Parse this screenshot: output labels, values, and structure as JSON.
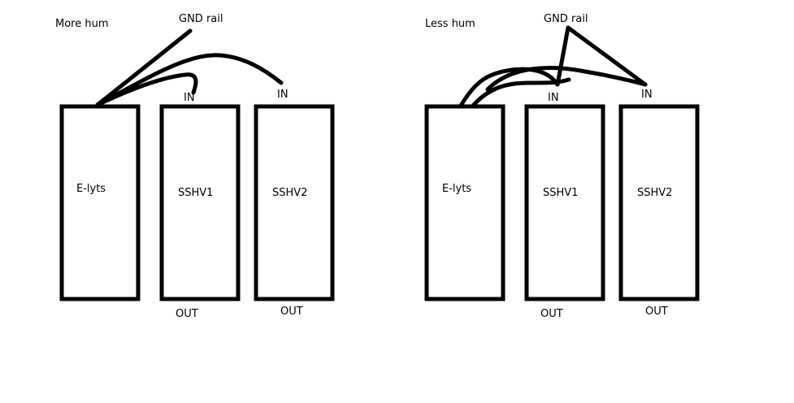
{
  "panels": [
    {
      "title": "More hum",
      "gnd_label": "GND rail",
      "boxes": {
        "elyts": "E-lyts",
        "sshv1": "SSHV1",
        "sshv2": "SSHV2"
      },
      "in1": "IN",
      "in2": "IN",
      "out1": "OUT",
      "out2": "OUT"
    },
    {
      "title": "Less hum",
      "gnd_label": "GND rail",
      "boxes": {
        "elyts": "E-lyts",
        "sshv1": "SSHV1",
        "sshv2": "SSHV2"
      },
      "in1": "IN",
      "in2": "IN",
      "out1": "OUT",
      "out2": "OUT"
    }
  ],
  "colors": {
    "stroke": "#000000",
    "background": "#ffffff"
  }
}
